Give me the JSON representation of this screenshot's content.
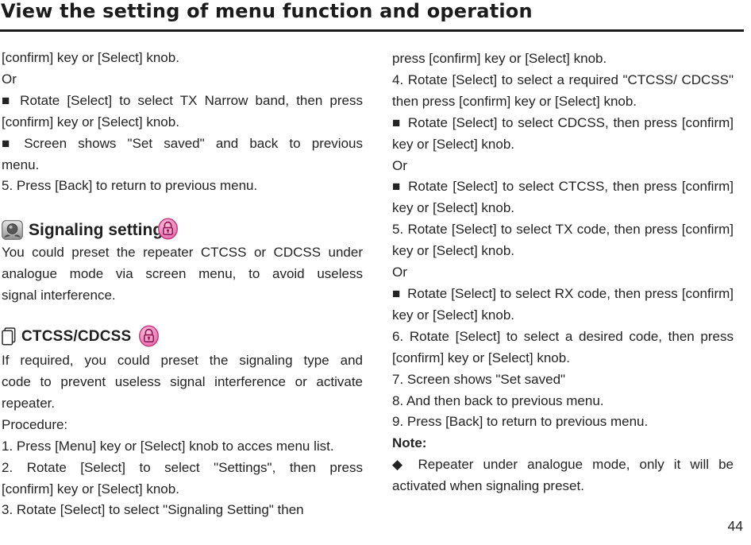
{
  "page": {
    "title": "View the setting of menu function and operation",
    "page_number": "44"
  },
  "colors": {
    "text": "#222222",
    "rule": "#1b1b1b",
    "accent_pink": "#e763a4",
    "icon_gray": "#9a9a9a"
  },
  "left_column": {
    "blocks": [
      {
        "type": "para",
        "lines": [
          "[confirm] key or [Select] knob."
        ]
      },
      {
        "type": "para",
        "lines": [
          "Or"
        ]
      },
      {
        "type": "para",
        "lines": [
          "■ Rotate [Select] to select TX Narrow band, then press",
          "[confirm] key or [Select] knob."
        ]
      },
      {
        "type": "para",
        "lines": [
          "■ Screen shows \"Set saved\" and back to previous",
          "menu."
        ]
      },
      {
        "type": "para",
        "lines": [
          "5. Press [Back] to return to previous menu."
        ]
      },
      {
        "type": "heading",
        "level": 1,
        "text": "Signaling setting",
        "icon_left": "signal-app-icon",
        "icon_right": "lock-icon"
      },
      {
        "type": "para",
        "lines": [
          "You could preset the repeater CTCSS or CDCSS under",
          "analogue mode via screen menu, to avoid useless",
          "signal interference."
        ]
      },
      {
        "type": "heading",
        "level": 2,
        "text": "CTCSS/CDCSS",
        "icon_left": "pages-icon",
        "icon_right": "lock-icon"
      },
      {
        "type": "para",
        "lines": [
          "If required, you could preset the signaling type and",
          "code to prevent useless signal interference or activate",
          "repeater."
        ]
      },
      {
        "type": "para",
        "lines": [
          "Procedure:"
        ]
      },
      {
        "type": "para",
        "lines": [
          "1. Press [Menu] key or [Select] knob to acces menu list."
        ]
      },
      {
        "type": "para",
        "lines": [
          "2. Rotate [Select] to select \"Settings\", then press",
          "[confirm] key or [Select] knob."
        ]
      },
      {
        "type": "para",
        "lines": [
          "3. Rotate [Select] to select \"Signaling Setting\" then"
        ]
      }
    ]
  },
  "right_column": {
    "blocks": [
      {
        "type": "para",
        "lines": [
          "press [confirm] key or [Select] knob."
        ]
      },
      {
        "type": "para",
        "lines": [
          "4. Rotate [Select] to select a required \"CTCSS/ CDCSS\"",
          "then press [confirm] key or [Select] knob."
        ]
      },
      {
        "type": "para",
        "lines": [
          "■ Rotate [Select] to select CDCSS, then press [confirm]",
          "key or [Select] knob."
        ]
      },
      {
        "type": "para",
        "lines": [
          "Or"
        ]
      },
      {
        "type": "para",
        "lines": [
          "■ Rotate [Select] to select CTCSS, then press [confirm]",
          "key or [Select] knob."
        ]
      },
      {
        "type": "para",
        "lines": [
          "5. Rotate [Select] to select TX code, then press [confirm]",
          "key or [Select] knob."
        ]
      },
      {
        "type": "para",
        "lines": [
          "Or"
        ]
      },
      {
        "type": "para",
        "lines": [
          "■ Rotate [Select] to select RX code, then press [confirm]",
          "key or [Select] knob."
        ]
      },
      {
        "type": "para",
        "lines": [
          "6. Rotate [Select] to select a desired code, then press",
          "[confirm] key or [Select] knob."
        ]
      },
      {
        "type": "para",
        "lines": [
          "7. Screen shows \"Set saved\""
        ]
      },
      {
        "type": "para",
        "lines": [
          "8. And then back to previous menu."
        ]
      },
      {
        "type": "para",
        "lines": [
          "9. Press [Back] to return to previous menu."
        ]
      },
      {
        "type": "para",
        "bold": true,
        "lines": [
          "Note:"
        ]
      },
      {
        "type": "para",
        "lines": [
          "◆ Repeater under analogue mode, only it will be",
          "activated when signaling preset."
        ]
      }
    ]
  }
}
